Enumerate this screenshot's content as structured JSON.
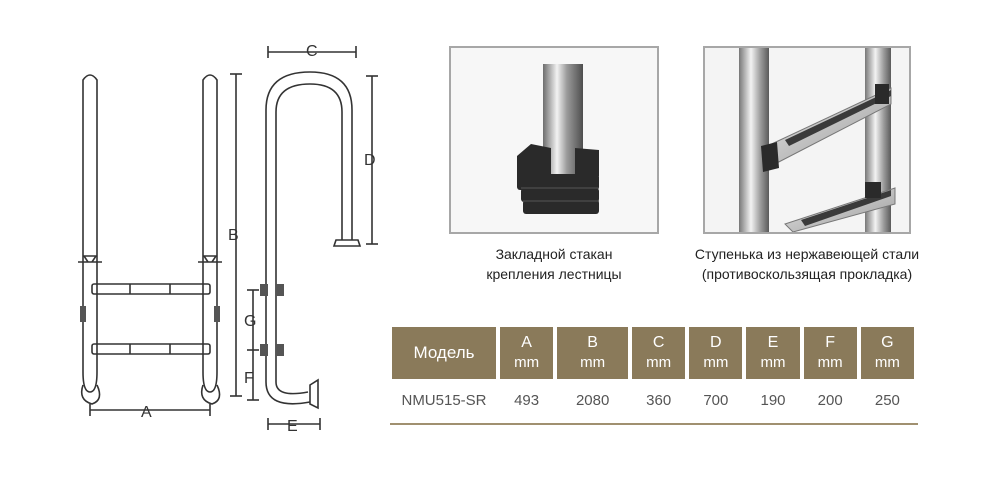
{
  "diagram": {
    "labels": {
      "a": "A",
      "b": "B",
      "c": "C",
      "d": "D",
      "e": "E",
      "f": "F",
      "g": "G"
    }
  },
  "photos": [
    {
      "caption_line1": "Закладной стакан",
      "caption_line2": "крепления лестницы"
    },
    {
      "caption_line1": "Ступенька из нержавеющей стали",
      "caption_line2": "(противоскользящая прокладка)"
    }
  ],
  "table": {
    "model_header": "Модель",
    "columns": [
      {
        "letter": "A",
        "unit": "mm"
      },
      {
        "letter": "B",
        "unit": "mm"
      },
      {
        "letter": "C",
        "unit": "mm"
      },
      {
        "letter": "D",
        "unit": "mm"
      },
      {
        "letter": "E",
        "unit": "mm"
      },
      {
        "letter": "F",
        "unit": "mm"
      },
      {
        "letter": "G",
        "unit": "mm"
      }
    ],
    "rows": [
      {
        "model": "NMU515-SR",
        "values": [
          "493",
          "2080",
          "360",
          "700",
          "190",
          "200",
          "250"
        ]
      }
    ],
    "colors": {
      "header_bg": "#8a7a5a",
      "header_text": "#ffffff"
    }
  }
}
